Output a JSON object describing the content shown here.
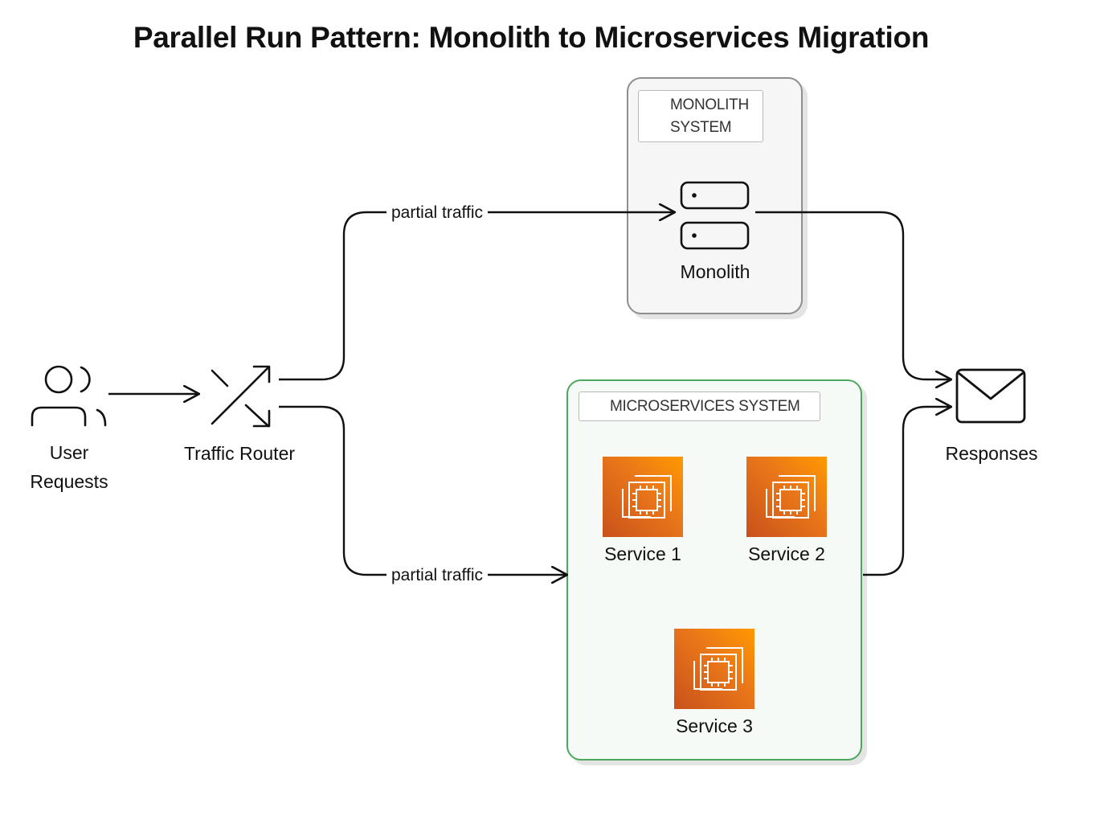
{
  "title": "Parallel Run Pattern: Monolith to Microservices Migration",
  "nodes": {
    "users": {
      "label_line1": "User",
      "label_line2": "Requests",
      "icon": "users-icon"
    },
    "router": {
      "label": "Traffic Router",
      "icon": "shuffle-icon"
    },
    "monolith": {
      "label": "Monolith",
      "icon": "server-icon"
    },
    "responses": {
      "label": "Responses",
      "icon": "envelope-icon"
    },
    "service1": {
      "label": "Service 1",
      "icon": "compute-instance-icon"
    },
    "service2": {
      "label": "Service 2",
      "icon": "compute-instance-icon"
    },
    "service3": {
      "label": "Service 3",
      "icon": "compute-instance-icon"
    }
  },
  "groups": {
    "monolith_system": {
      "label_line1": "MONOLITH",
      "label_line2": "SYSTEM",
      "icon": "server-stack-icon",
      "border_color": "#8e8e8e",
      "fill": "#f6f6f6"
    },
    "microservices_system": {
      "label": "MICROSERVICES SYSTEM",
      "icon": "package-icon",
      "border_color": "#4aa85e",
      "fill": "#f5faf6"
    }
  },
  "edges": {
    "to_monolith_label": "partial traffic",
    "to_microservices_label": "partial traffic"
  },
  "colors": {
    "service_gradient_start": "#c8511b",
    "service_gradient_end": "#ff9900",
    "stroke": "#111111"
  }
}
